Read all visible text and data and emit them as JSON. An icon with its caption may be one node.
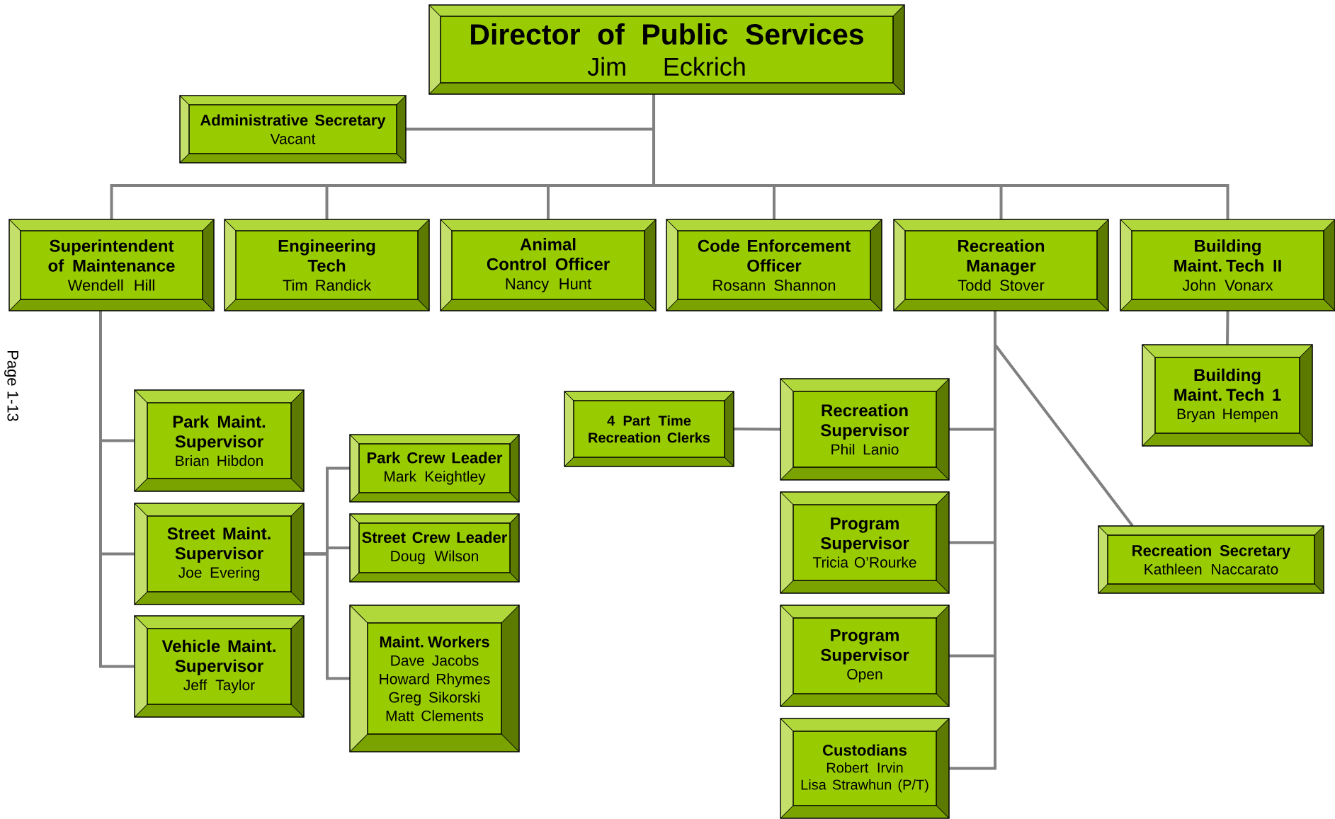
{
  "diagram": {
    "nodes": [
      {
        "text": [
          "Director of Public Services",
          "Jim Eckrich"
        ]
      },
      {
        "text": [
          "Administrative Secretary",
          "Vacant"
        ]
      },
      {
        "text": [
          "Superintendent of Maintenance",
          "Wendell Hill"
        ]
      },
      {
        "text": [
          "Engineering Tech",
          "Tim Randick"
        ]
      },
      {
        "text": [
          "Animal Control Officer",
          "Nancy Hunt"
        ]
      },
      {
        "text": [
          "Code Enforcement Officer",
          "Rosann Shannon"
        ]
      },
      {
        "text": [
          "Recreation Manager",
          "Todd Stover"
        ]
      },
      {
        "text": [
          "Building Maint. Tech II",
          "John Vonarx"
        ]
      },
      {
        "text": [
          "Park Maint. Supervisor",
          "Brian Hibdon"
        ]
      },
      {
        "text": [
          "Street Maint. Supervisor",
          "Joe Evering"
        ]
      },
      {
        "text": [
          "Vehicle Maint. Supervisor",
          "Jeff Taylor"
        ]
      },
      {
        "text": [
          "Park Crew Leader",
          "Mark Keightley"
        ]
      },
      {
        "text": [
          "Street Crew Leader",
          "Doug Wilson"
        ]
      },
      {
        "text": [
          "Maint. Workers",
          "Dave Jacobs",
          "Howard Rhymes",
          "Greg Sikorski",
          "Matt Clements"
        ]
      },
      {
        "text": [
          "4 Part Time Recreation Clerks"
        ]
      },
      {
        "text": [
          "Recreation Supervisor",
          "Phil Lanio"
        ]
      },
      {
        "text": [
          "Program Supervisor",
          "Tricia O’Rourke"
        ]
      },
      {
        "text": [
          "Program Supervisor",
          "Open"
        ]
      },
      {
        "text": [
          "Custodians",
          "Robert Irvin",
          "Lisa Strawhun (P/T)"
        ]
      },
      {
        "text": [
          "Building Maint. Tech 1",
          "Bryan Hempen"
        ]
      },
      {
        "text": [
          "Recreation Secretary",
          "Kathleen Naccarato"
        ]
      }
    ],
    "edges": [
      {
        "from": 0,
        "to": 1,
        "arrow": "none"
      },
      {
        "from": 0,
        "to": 2,
        "arrow": "none"
      },
      {
        "from": 0,
        "to": 3,
        "arrow": "none"
      },
      {
        "from": 0,
        "to": 4,
        "arrow": "none"
      },
      {
        "from": 0,
        "to": 5,
        "arrow": "none"
      },
      {
        "from": 0,
        "to": 6,
        "arrow": "none"
      },
      {
        "from": 0,
        "to": 7,
        "arrow": "none"
      },
      {
        "from": 2,
        "to": 8,
        "arrow": "none"
      },
      {
        "from": 2,
        "to": 9,
        "arrow": "none"
      },
      {
        "from": 2,
        "to": 10,
        "arrow": "none"
      },
      {
        "from": 9,
        "to": 11,
        "arrow": "none"
      },
      {
        "from": 9,
        "to": 12,
        "arrow": "none"
      },
      {
        "from": 9,
        "to": 13,
        "arrow": "none"
      },
      {
        "from": 15,
        "to": 14,
        "arrow": "none"
      },
      {
        "from": 6,
        "to": 15,
        "arrow": "none"
      },
      {
        "from": 6,
        "to": 16,
        "arrow": "none"
      },
      {
        "from": 6,
        "to": 17,
        "arrow": "none"
      },
      {
        "from": 6,
        "to": 18,
        "arrow": "none"
      },
      {
        "from": 6,
        "to": 20,
        "arrow": "none"
      },
      {
        "from": 7,
        "to": 19,
        "arrow": "none"
      }
    ],
    "labels": [
      "Page 1-13"
    ]
  }
}
